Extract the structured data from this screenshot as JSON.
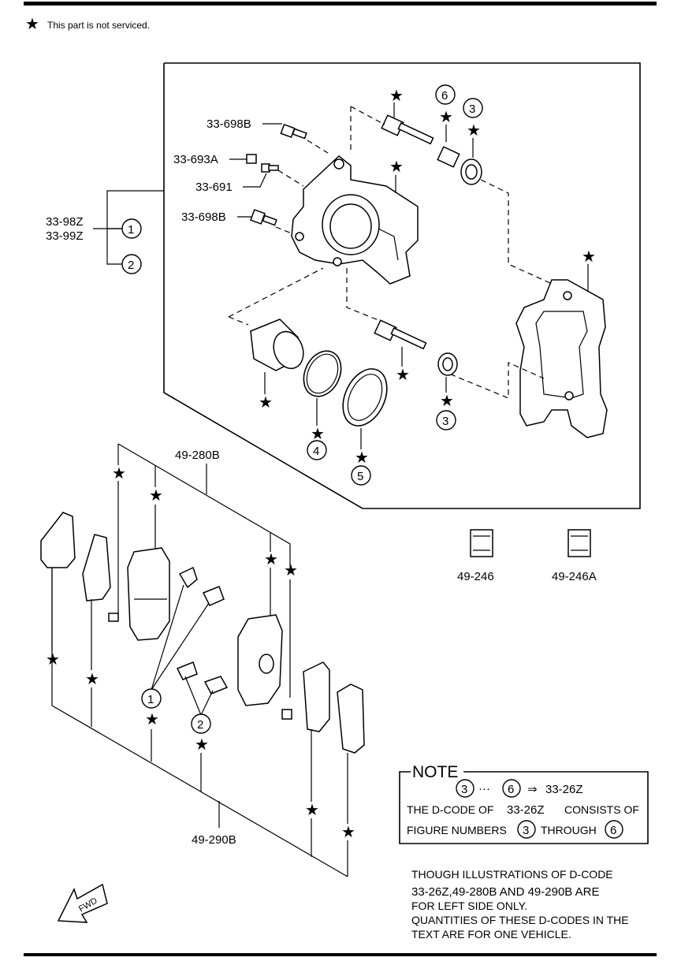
{
  "header": {
    "legend_symbol": "★",
    "legend_text": "This part is not serviced."
  },
  "assembly": {
    "part_codes": [
      "33-98Z",
      "33-99Z"
    ],
    "refs": [
      "1",
      "2"
    ]
  },
  "parts": {
    "p33_698B_top": "33-698B",
    "p33_693A": "33-693A",
    "p33_691": "33-691",
    "p33_698B_bottom": "33-698B",
    "p49_280B": "49-280B",
    "p49_290B": "49-290B",
    "p49_246": "49-246",
    "p49_246A": "49-246A"
  },
  "figure_numbers": {
    "n1": "1",
    "n2": "2",
    "n3": "3",
    "n4": "4",
    "n5": "5",
    "n6": "6"
  },
  "star": "★",
  "note": {
    "heading": "NOTE",
    "range_from": "3",
    "range_dots": "···",
    "range_to": "6",
    "arrow": "⇒",
    "range_code": "33-26Z",
    "line1_a": "THE D-CODE OF",
    "line1_code": "33-26Z",
    "line1_b": "CONSISTS OF",
    "line2_a": "FIGURE NUMBERS",
    "line2_from": "3",
    "line2_mid": "THROUGH",
    "line2_to": "6"
  },
  "footnote": {
    "l1": "THOUGH ILLUSTRATIONS OF D-CODE",
    "l2": "33-26Z,49-280B AND 49-290B ARE",
    "l3": "FOR LEFT SIDE ONLY.",
    "l4": "QUANTITIES OF THESE D-CODES IN THE",
    "l5": "TEXT ARE FOR ONE VEHICLE."
  },
  "fwd_label": "FWD"
}
